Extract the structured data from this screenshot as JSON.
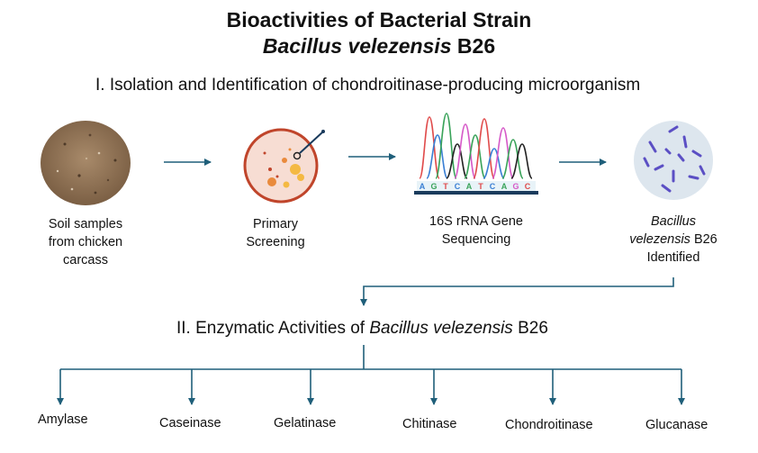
{
  "title": {
    "line1": "Bioactivities of Bacterial Strain",
    "line2_italic": "Bacillus velezensis",
    "line2_rest": " B26"
  },
  "section1": "I. Isolation and Identification of chondroitinase-producing microorganism",
  "steps": [
    {
      "line1": "Soil samples",
      "line2": "from chicken",
      "line3": "carcass"
    },
    {
      "line1": "Primary",
      "line2": "Screening"
    },
    {
      "line1": "16S rRNA Gene",
      "line2": "Sequencing"
    },
    {
      "line1_italic": "Bacillus",
      "line2_italic": "velezensis",
      "line2_rest": " B26",
      "line3": "Identified"
    }
  ],
  "sequence_letters": [
    "A",
    "G",
    "T",
    "C",
    "A",
    "T",
    "C",
    "A",
    "G",
    "C"
  ],
  "section2": {
    "prefix": "II. Enzymatic Activities of ",
    "italic": "Bacillus velezensis",
    "suffix": " B26"
  },
  "enzymes": [
    "Amylase",
    "Caseinase",
    "Gelatinase",
    "Chitinase",
    "Chondroitinase",
    "Glucanase"
  ],
  "colors": {
    "arrow": "#1f5f7a",
    "seq_bar": "#1a3b5c",
    "plate_rim": "#c0452b",
    "plate_fill": "#f7ddd3",
    "micro_fill": "#dde6ee",
    "bacteria": "#5b4fc4"
  }
}
